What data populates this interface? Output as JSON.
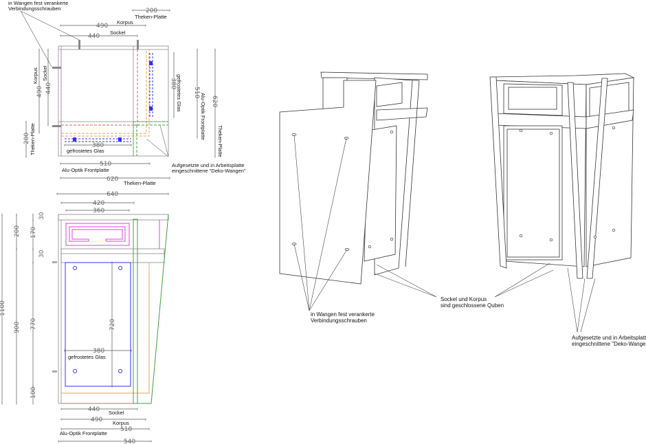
{
  "plan_view": {
    "dims": {
      "theken_top": "200",
      "theken_top_label": "Theken-Platte",
      "korpus_top": "490",
      "korpus_top_label": "Korpus",
      "sockel_top": "440",
      "sockel_top_label": "Sockel",
      "korpus_left": "490",
      "korpus_left_label": "Korpus",
      "sockel_left": "440",
      "sockel_left_label": "Sockel",
      "theken_left": "200",
      "theken_left_label": "Theken-Platte",
      "glas_right": "380",
      "glas_right_label": "gefrostetes Glas",
      "front_right": "510",
      "front_right_label": "Alu-Optik Frontplatte",
      "theken_right": "620",
      "theken_right_label": "Theken-Platte",
      "glas_bottom": "380",
      "glas_bottom_label": "gefrostetes Glas",
      "front_bottom": "510",
      "front_bottom_label": "Alu-Optik Frontplatte",
      "theken_bottom": "620",
      "theken_bottom_label": "Theken-Platte"
    },
    "note_screws": [
      "in Wangen fest verankerte",
      "Verbindungsschrauben"
    ],
    "note_wangen": [
      "Aufgesetzte und in Arbeitsplatte",
      "eingeschnittene \"Deko-Wangen\""
    ]
  },
  "front_view": {
    "dims": {
      "w640": "640",
      "w420": "420",
      "w360": "360",
      "h1100": "1100",
      "h200": "200",
      "h900": "900",
      "h30a": "30",
      "h170": "170",
      "h30b": "30",
      "h770": "770",
      "h100": "100",
      "h720": "720",
      "glas": "380",
      "glas_label": "gefrostetes Glas",
      "sockel": "440",
      "sockel_label": "Sockel",
      "korpus": "490",
      "korpus_label": "Korpus",
      "front": "510",
      "front_label": "Alu-Optik Frontplatte",
      "total": "540"
    }
  },
  "perspective": {
    "note_screws": [
      "in Wangen fest verankerte",
      "Verbindungsschrauben"
    ],
    "note_quben": [
      "Sockel und Korpus",
      "sind geschlossene Quben"
    ],
    "note_wangen": [
      "Aufgesetzte und in Arbeitsplatte",
      "eingeschnittene \"Deko-Wangen\""
    ]
  },
  "colors": {
    "pink": "#e040e0",
    "blue": "#3030ff",
    "green": "#40a040",
    "orange": "#e8a060",
    "red": "#e06060"
  }
}
